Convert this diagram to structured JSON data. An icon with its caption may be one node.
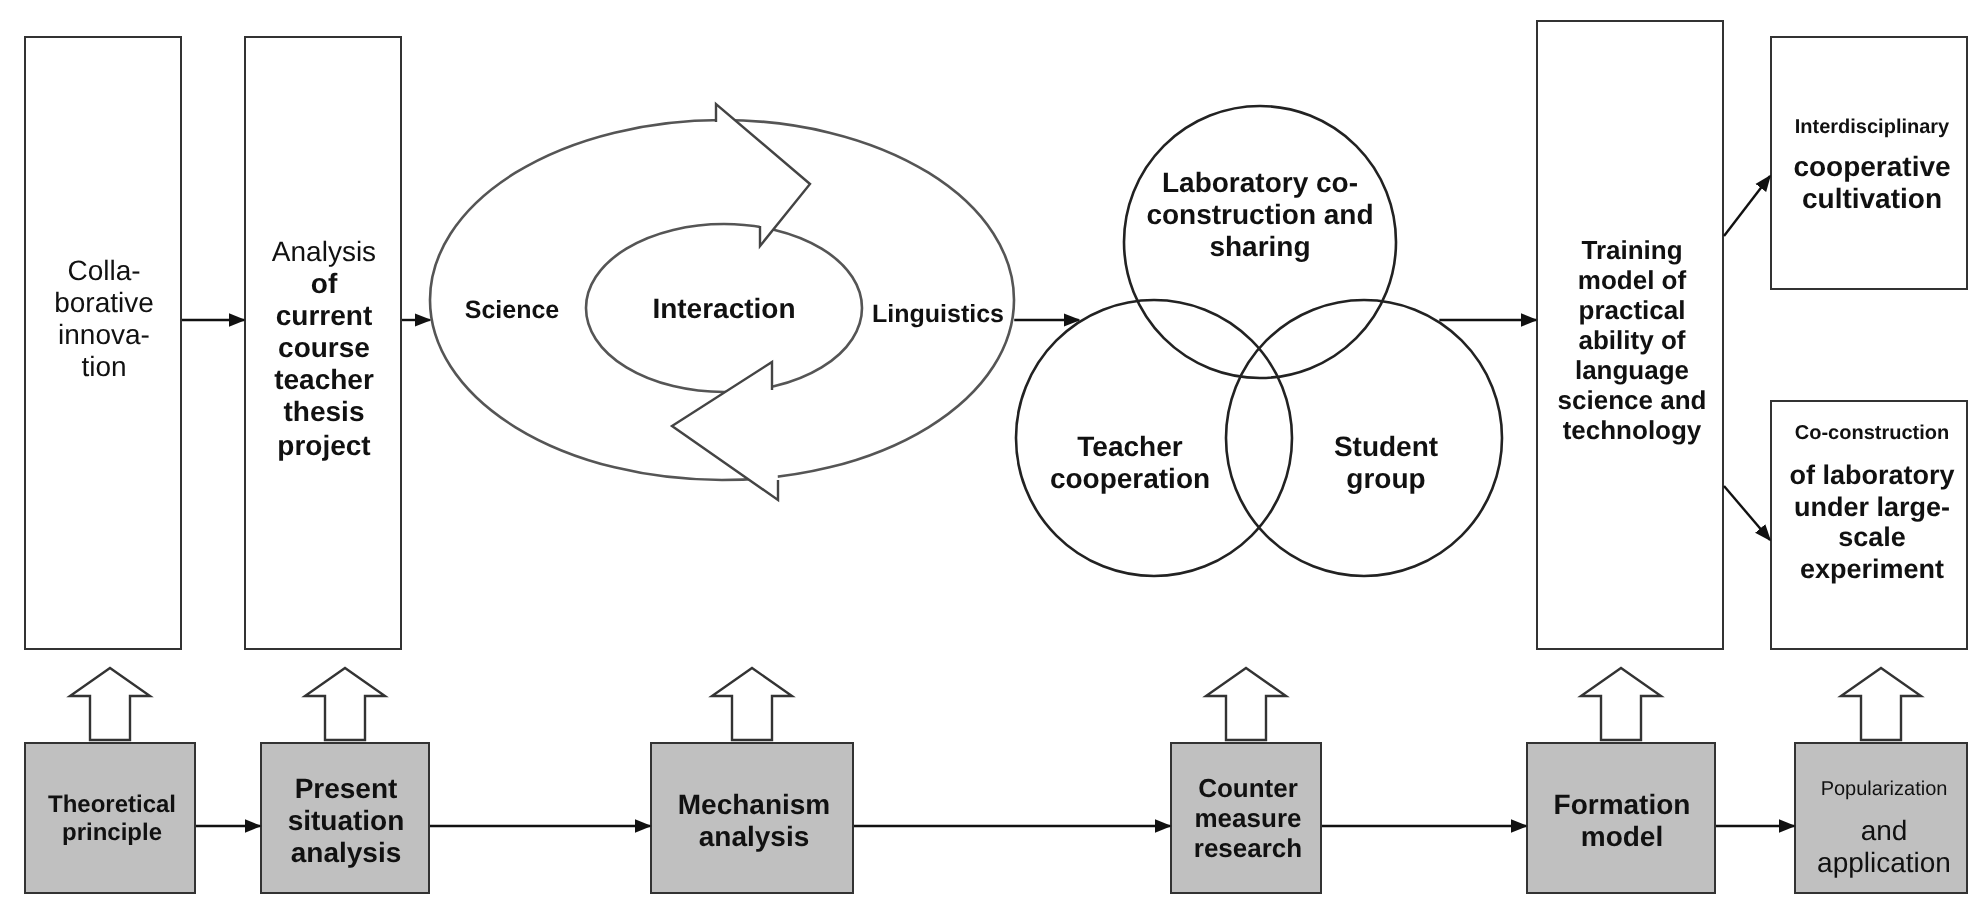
{
  "diagram": {
    "nodes": [
      {
        "text": [
          "Colla- borative innova- tion"
        ]
      },
      {
        "text": [
          "Analysis **of current course teacher thesis project**"
        ]
      },
      {
        "text": [
          "Science",
          "Linguistics"
        ]
      },
      {
        "text": [
          "Interaction"
        ],
        "in": 2
      },
      {
        "text": [
          "Laboratory co-construction and sharing"
        ]
      },
      {
        "text": [
          "Teacher cooperation"
        ]
      },
      {
        "text": [
          "Student group"
        ]
      },
      {
        "text": [
          "Training model of practical ability of language science and technology"
        ]
      },
      {
        "text": [
          "Interdisciplinary",
          "cooperative cultivation"
        ]
      },
      {
        "text": [
          "Co-construction",
          "of laboratory under large-scale experiment"
        ]
      },
      {
        "text": [
          "Theoretical principle"
        ]
      },
      {
        "text": [
          "Present situation analysis"
        ]
      },
      {
        "text": [
          "Mechanism analysis"
        ]
      },
      {
        "text": [
          "Counter measure research"
        ]
      },
      {
        "text": [
          "Formation model"
        ]
      },
      {
        "text": [
          "Popularization",
          "and application"
        ]
      }
    ],
    "edges": [
      {
        "from": 0,
        "to": 1,
        "arrow": "to"
      },
      {
        "from": 1,
        "to": 2,
        "arrow": "to"
      },
      {
        "from": 2,
        "to": 5,
        "arrow": "to"
      },
      {
        "from": 6,
        "to": 7,
        "arrow": "to"
      },
      {
        "from": 7,
        "to": 8,
        "arrow": "to"
      },
      {
        "from": 7,
        "to": 9,
        "arrow": "to"
      },
      {
        "from": 10,
        "to": 11,
        "arrow": "to"
      },
      {
        "from": 11,
        "to": 12,
        "arrow": "to"
      },
      {
        "from": 12,
        "to": 13,
        "arrow": "to"
      },
      {
        "from": 13,
        "to": 14,
        "arrow": "to"
      },
      {
        "from": 14,
        "to": 15,
        "arrow": "to"
      },
      {
        "from": 10,
        "to": null,
        "arrow": "to",
        "style": "thick"
      },
      {
        "from": 11,
        "to": null,
        "arrow": "to",
        "style": "thick"
      },
      {
        "from": 12,
        "to": null,
        "arrow": "to",
        "style": "thick"
      },
      {
        "from": 13,
        "to": null,
        "arrow": "to",
        "style": "thick"
      },
      {
        "from": 14,
        "to": null,
        "arrow": "to",
        "style": "thick"
      },
      {
        "from": 15,
        "to": null,
        "arrow": "to",
        "style": "thick"
      }
    ]
  }
}
